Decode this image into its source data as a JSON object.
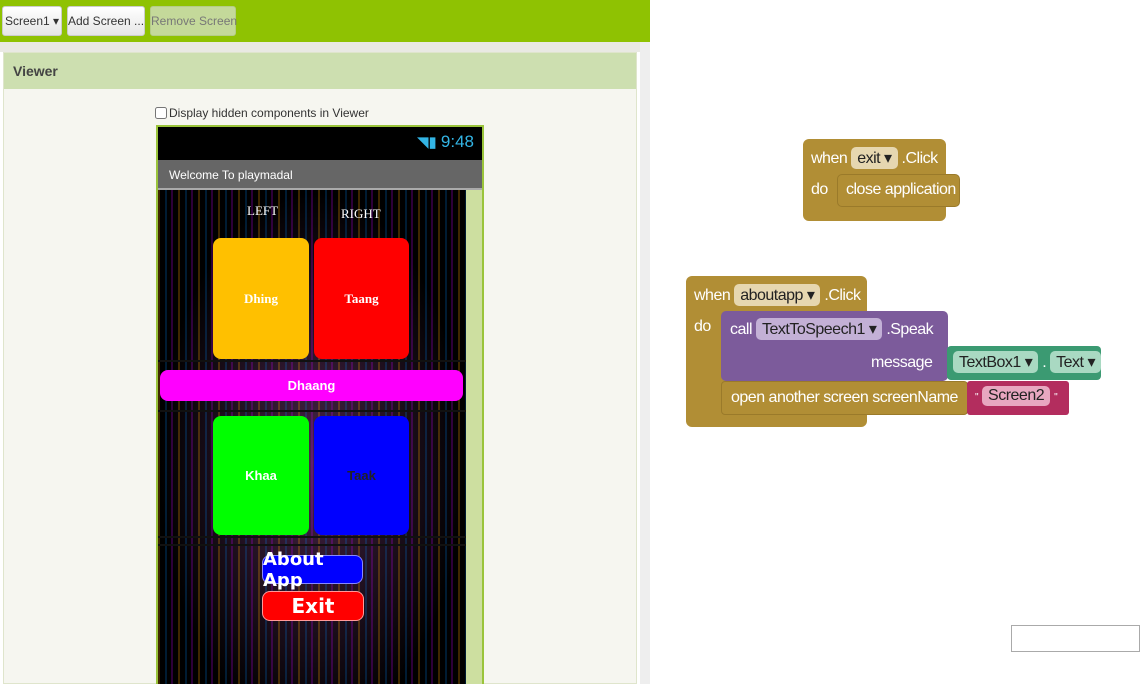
{
  "toolbar": {
    "screen_select": "Screen1 ▾",
    "add_screen": "Add Screen ...",
    "remove_screen": "Remove Screen"
  },
  "viewer": {
    "title": "Viewer",
    "hidden_checkbox_label": "Display hidden components in Viewer",
    "hidden_checked": false
  },
  "phone": {
    "status_icons": "wifi-signal-battery",
    "time": "9:48",
    "app_title": "Welcome To playmadal",
    "left_label": "LEFT",
    "right_label": "RIGHT",
    "buttons": [
      {
        "label": "Dhing",
        "color": "#ffc000"
      },
      {
        "label": "Taang",
        "color": "#ff0000"
      },
      {
        "label": "Dhaang",
        "color": "#ff00ff"
      },
      {
        "label": "Khaa",
        "color": "#00ff00"
      },
      {
        "label": "Taak",
        "color": "#0000ff"
      },
      {
        "label": "About App",
        "color": "#0000ff"
      },
      {
        "label": "Exit",
        "color": "#ff0000"
      }
    ]
  },
  "blocks": {
    "exit_event": {
      "when": "when",
      "component": "exit",
      "event": ".Click",
      "do": "do",
      "action": "close application"
    },
    "about_event": {
      "when": "when",
      "component": "aboutapp",
      "event": ".Click",
      "do": "do",
      "call": "call",
      "tts": "TextToSpeech1",
      "method": ".Speak",
      "message": "message",
      "textbox": "TextBox1",
      "dot": ".",
      "prop": "Text",
      "open_screen": "open another screen",
      "screen_name": "screenName",
      "screen_value": "Screen2"
    },
    "colors": {
      "control": "#b18e35",
      "procedure": "#7c5b9b",
      "component": "#3b9a72",
      "text": "#b32d5e"
    }
  }
}
